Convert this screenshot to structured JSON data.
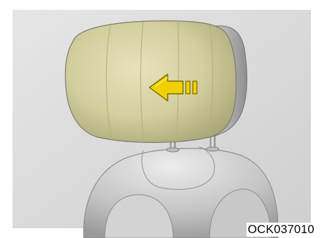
{
  "figure": {
    "code": "OCK037010",
    "subject": "headrest-with-arrow",
    "arrow_direction": "left"
  },
  "colors": {
    "background": "#ffffff",
    "panel": "#d7d7d7",
    "headrest": "#d8d4a8",
    "headrest_shade": "#a8a678",
    "headrest_edge": "#8a8880",
    "seat": "#b6b6b6",
    "seat_light": "#e2e2e2",
    "arrow": "#f0d000",
    "arrow_outline": "#7a6a00"
  }
}
